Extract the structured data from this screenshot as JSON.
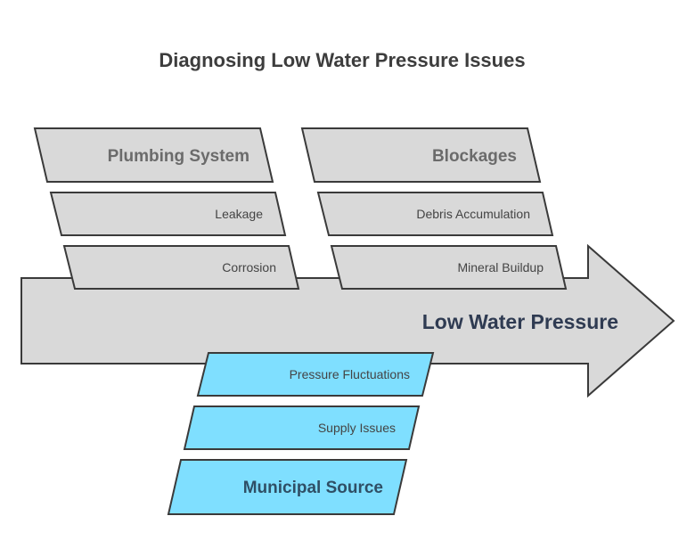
{
  "title": "Diagnosing Low Water Pressure Issues",
  "effect": {
    "label": "Low Water Pressure",
    "fill": "#d9d9d9",
    "text_color": "#2f3b52"
  },
  "categories": [
    {
      "name": "Plumbing System",
      "fill": "#d9d9d9",
      "text_color": "#6b6b6b",
      "causes": [
        "Leakage",
        "Corrosion"
      ]
    },
    {
      "name": "Blockages",
      "fill": "#d9d9d9",
      "text_color": "#6b6b6b",
      "causes": [
        "Debris Accumulation",
        "Mineral Buildup"
      ]
    },
    {
      "name": "Municipal Source",
      "fill": "#7fdfff",
      "text_color": "#2f4f66",
      "causes": [
        "Pressure Fluctuations",
        "Supply Issues"
      ]
    }
  ]
}
